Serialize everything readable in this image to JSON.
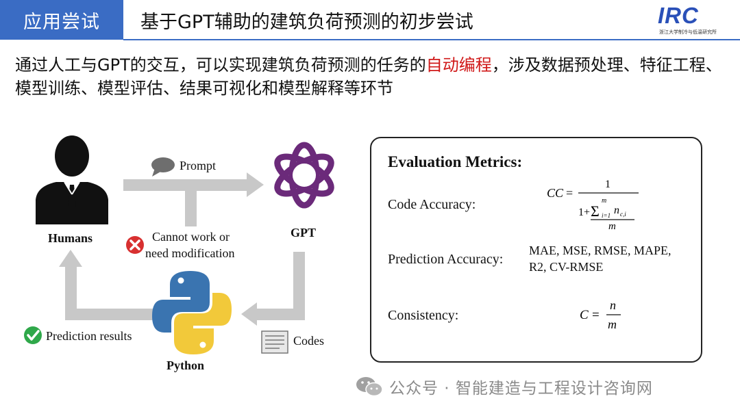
{
  "header": {
    "section_tag": "应用尝试",
    "title": "基于GPT辅助的建筑负荷预测的初步尝试",
    "logo_text": "IRC",
    "logo_subtext": "浙江大学制冷与低温研究所"
  },
  "intro": {
    "part1": "通过人工与GPT的交互，可以实现建筑负荷预测的任务的",
    "highlight": "自动编程",
    "part2": "，涉及数据预处理、特征工程、模型训练、模型评估、结果可视化和模型解释等环节"
  },
  "diagram": {
    "humans_label": "Humans",
    "gpt_label": "GPT",
    "python_label": "Python",
    "prompt_label": "Prompt",
    "cannot_work_line1": "Cannot work or",
    "cannot_work_line2": "need modification",
    "codes_label": "Codes",
    "prediction_results_label": "Prediction results"
  },
  "metrics": {
    "title": "Evaluation Metrics:",
    "code_accuracy_label": "Code Accuracy:",
    "prediction_accuracy_label": "Prediction Accuracy:",
    "prediction_accuracy_line1": "MAE, MSE, RMSE, MAPE,",
    "prediction_accuracy_line2": "R2, CV-RMSE",
    "consistency_label": "Consistency:"
  },
  "watermark": {
    "text": "公众号 · 智能建造与工程设计咨询网"
  },
  "colors": {
    "header_blue": "#3a6cc4",
    "highlight_red": "#d01818",
    "arrow_gray": "#c8c8c8",
    "gpt_purple": "#6b2a7a",
    "python_blue": "#3a74b0",
    "python_yellow": "#f2c93a"
  }
}
